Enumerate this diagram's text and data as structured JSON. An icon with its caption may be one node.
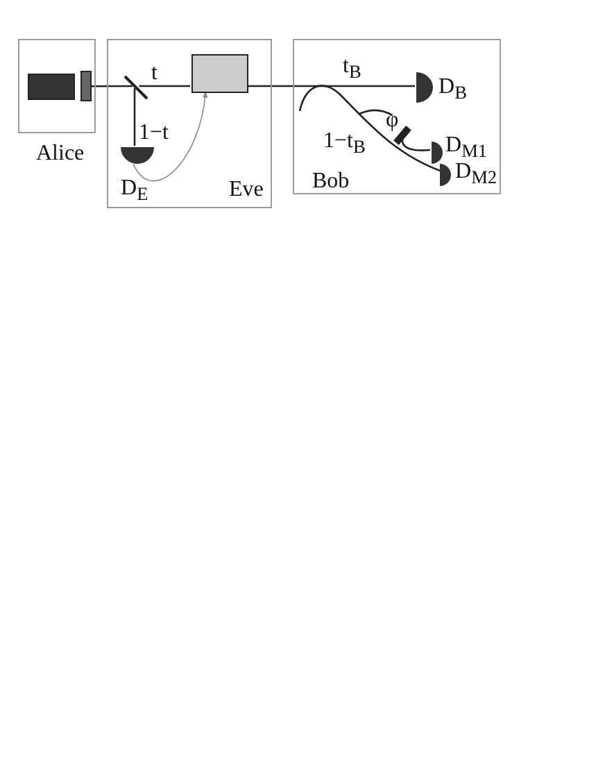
{
  "diagram": {
    "nodes": [
      {
        "text": [
          "Alice"
        ]
      },
      {
        "text": [],
        "shape": "box",
        "in": 0
      },
      {
        "text": [],
        "shape": "box",
        "in": 0
      },
      {
        "text": [
          "Eve"
        ]
      },
      {
        "text": [],
        "shape": "bar",
        "in": 3
      },
      {
        "text": [],
        "shape": "box",
        "in": 3
      },
      {
        "text": [
          "D$_{E}$"
        ],
        "in": 3
      },
      {
        "text": [
          "Bob"
        ]
      },
      {
        "text": [
          "D$_{B}$"
        ],
        "in": 7
      },
      {
        "text": [],
        "shape": "bar",
        "beside": [
          "φ"
        ],
        "in": 7
      },
      {
        "text": [
          "D$_{M1}$"
        ],
        "in": 7
      },
      {
        "text": [
          "D$_{M2}$"
        ],
        "in": 7
      }
    ],
    "edges": [
      {
        "from": 2,
        "to": 4,
        "arrow": "none"
      },
      {
        "from": 4,
        "to": 5,
        "arrow": "none",
        "label": "t"
      },
      {
        "from": 4,
        "to": 6,
        "arrow": "none",
        "label": "1−t"
      },
      {
        "from": 6,
        "to": 5,
        "arrow": "to",
        "color": "#888888"
      },
      {
        "from": 5,
        "to": 8,
        "arrow": "none",
        "label": "t$_{B}$"
      },
      {
        "from": null,
        "to": 11,
        "arrow": "none",
        "label": "1−t$_{B}$"
      },
      {
        "from": null,
        "to": 9,
        "arrow": "none"
      },
      {
        "from": 9,
        "to": 10,
        "arrow": "none"
      }
    ]
  }
}
